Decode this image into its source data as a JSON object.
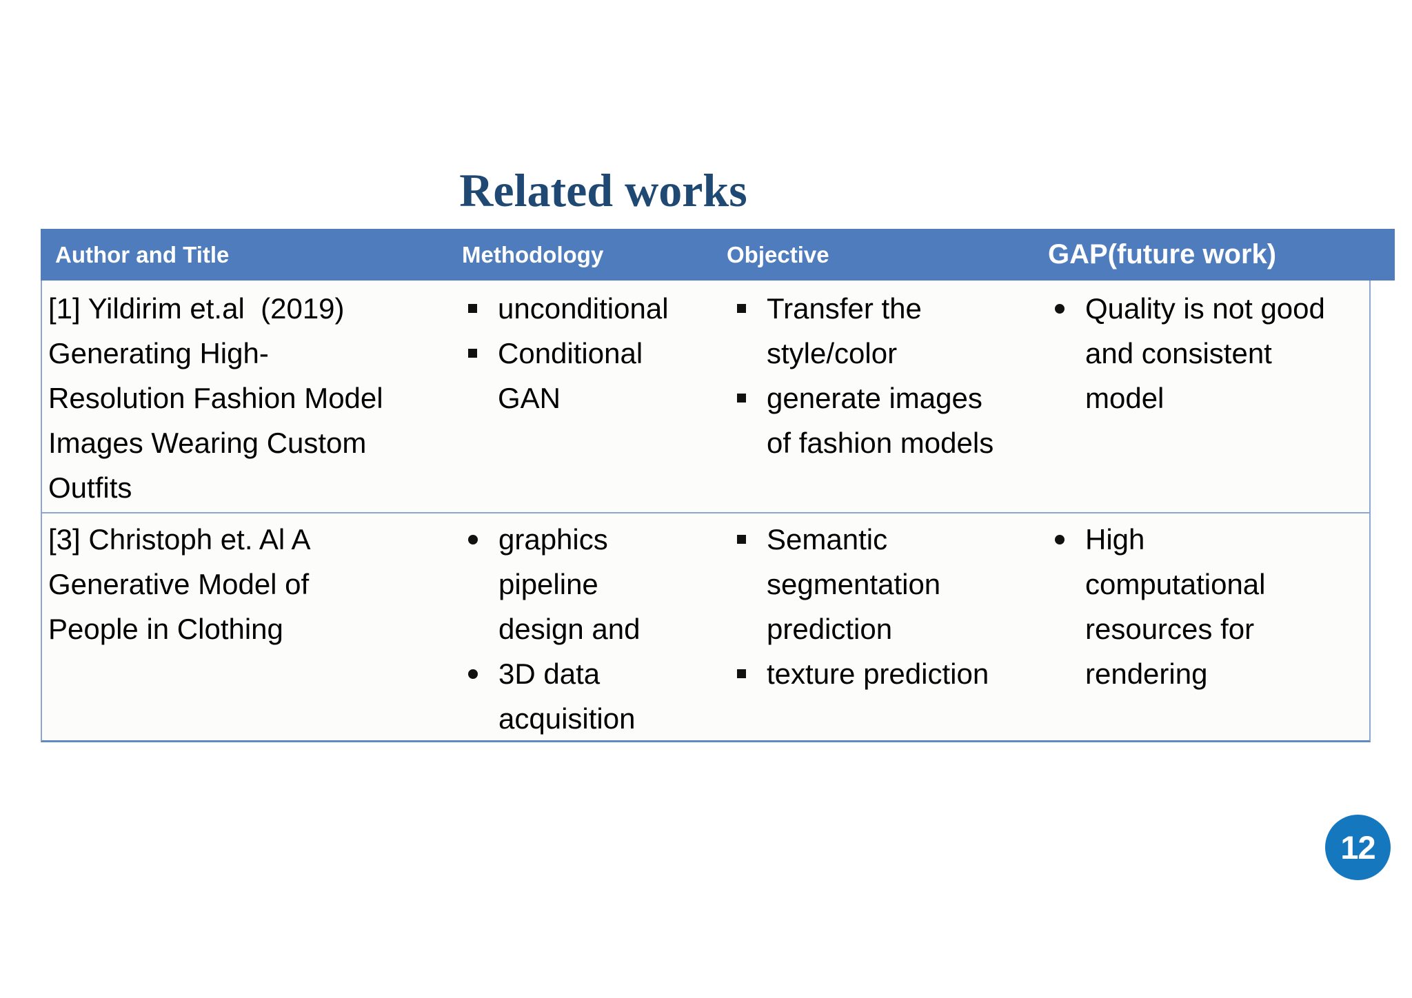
{
  "title": "Related works",
  "page": {
    "number": "12"
  },
  "colors": {
    "header_bg": "#4F7CBD",
    "title_text": "#1F4873",
    "page_badge": "#1577BE",
    "table_border": "#8CA6D4",
    "table_border_bottom": "#6089C0",
    "header_text": "#FFFFFF",
    "body_text": "#000000"
  },
  "table": {
    "headers": [
      "Author and Title",
      "Methodology",
      "Objective",
      "GAP(future work)"
    ],
    "rows": [
      {
        "author_title": {
          "lines": [
            "[1] Yildirim et.al  (2019)",
            "Generating High-",
            "Resolution Fashion Model",
            "Images Wearing Custom",
            "Outfits"
          ]
        },
        "methodology": {
          "bullet": "square",
          "items": [
            [
              "unconditional"
            ],
            [
              "Conditional",
              "GAN"
            ]
          ]
        },
        "objective": {
          "bullet": "square",
          "items": [
            [
              "Transfer the",
              "style/color"
            ],
            [
              "generate images",
              "of fashion models"
            ]
          ]
        },
        "gap_future_work": {
          "bullet": "round",
          "items": [
            [
              "Quality is not good",
              "and consistent",
              "model"
            ]
          ]
        }
      },
      {
        "author_title": {
          "lines": [
            "[3] Christoph et. Al A",
            "Generative Model of",
            "People in Clothing"
          ]
        },
        "methodology": {
          "bullet": "round",
          "items": [
            [
              "graphics",
              "pipeline",
              "design and"
            ],
            [
              "3D data",
              "acquisition"
            ]
          ]
        },
        "objective": {
          "bullet": "square",
          "items": [
            [
              "Semantic",
              "segmentation",
              "prediction"
            ],
            [
              "texture prediction"
            ]
          ]
        },
        "gap_future_work": {
          "bullet": "round",
          "items": [
            [
              "High",
              "computational",
              "resources for",
              "rendering"
            ]
          ]
        }
      }
    ]
  }
}
